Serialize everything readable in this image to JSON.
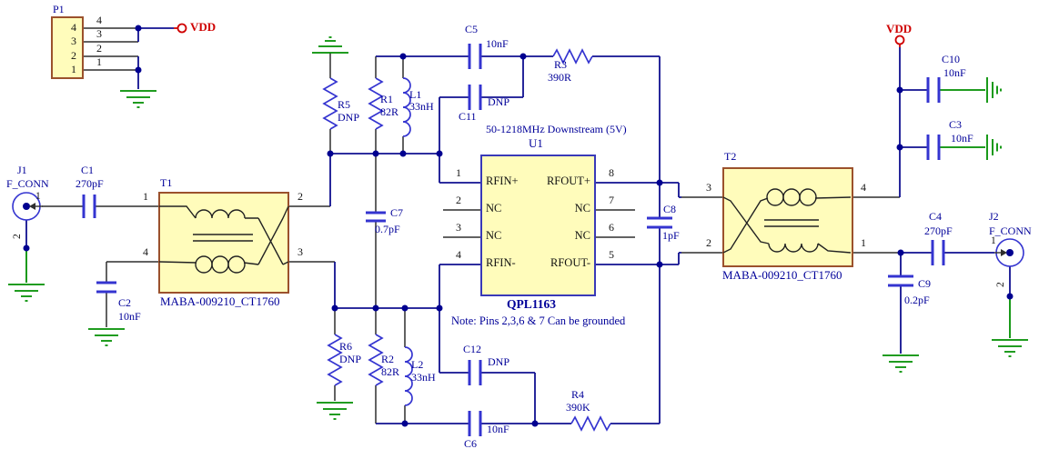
{
  "colors": {
    "wire_net": "#101090",
    "wire_lead": "#2f2f2f",
    "symbol_blue": "#3434d0",
    "ground_green": "#008f00",
    "power_red": "#cf0000",
    "box_fill": "#fffcbb",
    "box_border_brown": "#9b512c",
    "chip_border_blue": "#3939b8",
    "text_navy": "#000099"
  },
  "p1": {
    "ref": "P1",
    "inner_pins": [
      "4",
      "3",
      "2",
      "1"
    ],
    "outer_pins": [
      "4",
      "3",
      "2",
      "1"
    ]
  },
  "power": {
    "vdd_left": "VDD",
    "vdd_right": "VDD"
  },
  "j1": {
    "ref": "J1",
    "value": "F_CONN",
    "pin1": "1",
    "pin2": "2"
  },
  "j2": {
    "ref": "J2",
    "value": "F_CONN",
    "pin1": "1",
    "pin2": "2"
  },
  "t1": {
    "ref": "T1",
    "part": "MABA-009210_CT1760",
    "pins": {
      "left_top": "1",
      "left_bottom": "4",
      "right_top": "2",
      "right_bottom": "3"
    }
  },
  "t2": {
    "ref": "T2",
    "part": "MABA-009210_CT1760",
    "pins": {
      "left_top": "3",
      "left_bottom": "2",
      "right_top": "4",
      "right_bottom": "1"
    }
  },
  "u1": {
    "ref": "U1",
    "part": "QPL1163",
    "banner": "50-1218MHz Downstream (5V)",
    "note": "Note: Pins 2,3,6 & 7 Can be grounded",
    "left_pins": [
      {
        "num": "1",
        "name": "RFIN+"
      },
      {
        "num": "2",
        "name": "NC"
      },
      {
        "num": "3",
        "name": "NC"
      },
      {
        "num": "4",
        "name": "RFIN-"
      }
    ],
    "right_pins": [
      {
        "num": "8",
        "name": "RFOUT+"
      },
      {
        "num": "7",
        "name": "NC"
      },
      {
        "num": "6",
        "name": "NC"
      },
      {
        "num": "5",
        "name": "RFOUT-"
      }
    ]
  },
  "parts": {
    "c1": {
      "ref": "C1",
      "value": "270pF"
    },
    "c2": {
      "ref": "C2",
      "value": "10nF"
    },
    "c3": {
      "ref": "C3",
      "value": "10nF"
    },
    "c4": {
      "ref": "C4",
      "value": "270pF"
    },
    "c5": {
      "ref": "C5",
      "value": "10nF"
    },
    "c6": {
      "ref": "C6",
      "value": "10nF"
    },
    "c7": {
      "ref": "C7",
      "value": "0.7pF"
    },
    "c8": {
      "ref": "C8",
      "value": "1pF"
    },
    "c9": {
      "ref": "C9",
      "value": "0.2pF"
    },
    "c10": {
      "ref": "C10",
      "value": "10nF"
    },
    "c11": {
      "ref": "C11",
      "value": "DNP"
    },
    "c12": {
      "ref": "C12",
      "value": "DNP"
    },
    "r1": {
      "ref": "R1",
      "value": "82R"
    },
    "r2": {
      "ref": "R2",
      "value": "82R"
    },
    "r3": {
      "ref": "R3",
      "value": "390R"
    },
    "r4": {
      "ref": "R4",
      "value": "390K"
    },
    "r5": {
      "ref": "R5",
      "value": "DNP"
    },
    "r6": {
      "ref": "R6",
      "value": "DNP"
    },
    "l1": {
      "ref": "L1",
      "value": "33nH"
    },
    "l2": {
      "ref": "L2",
      "value": "33nH"
    }
  }
}
